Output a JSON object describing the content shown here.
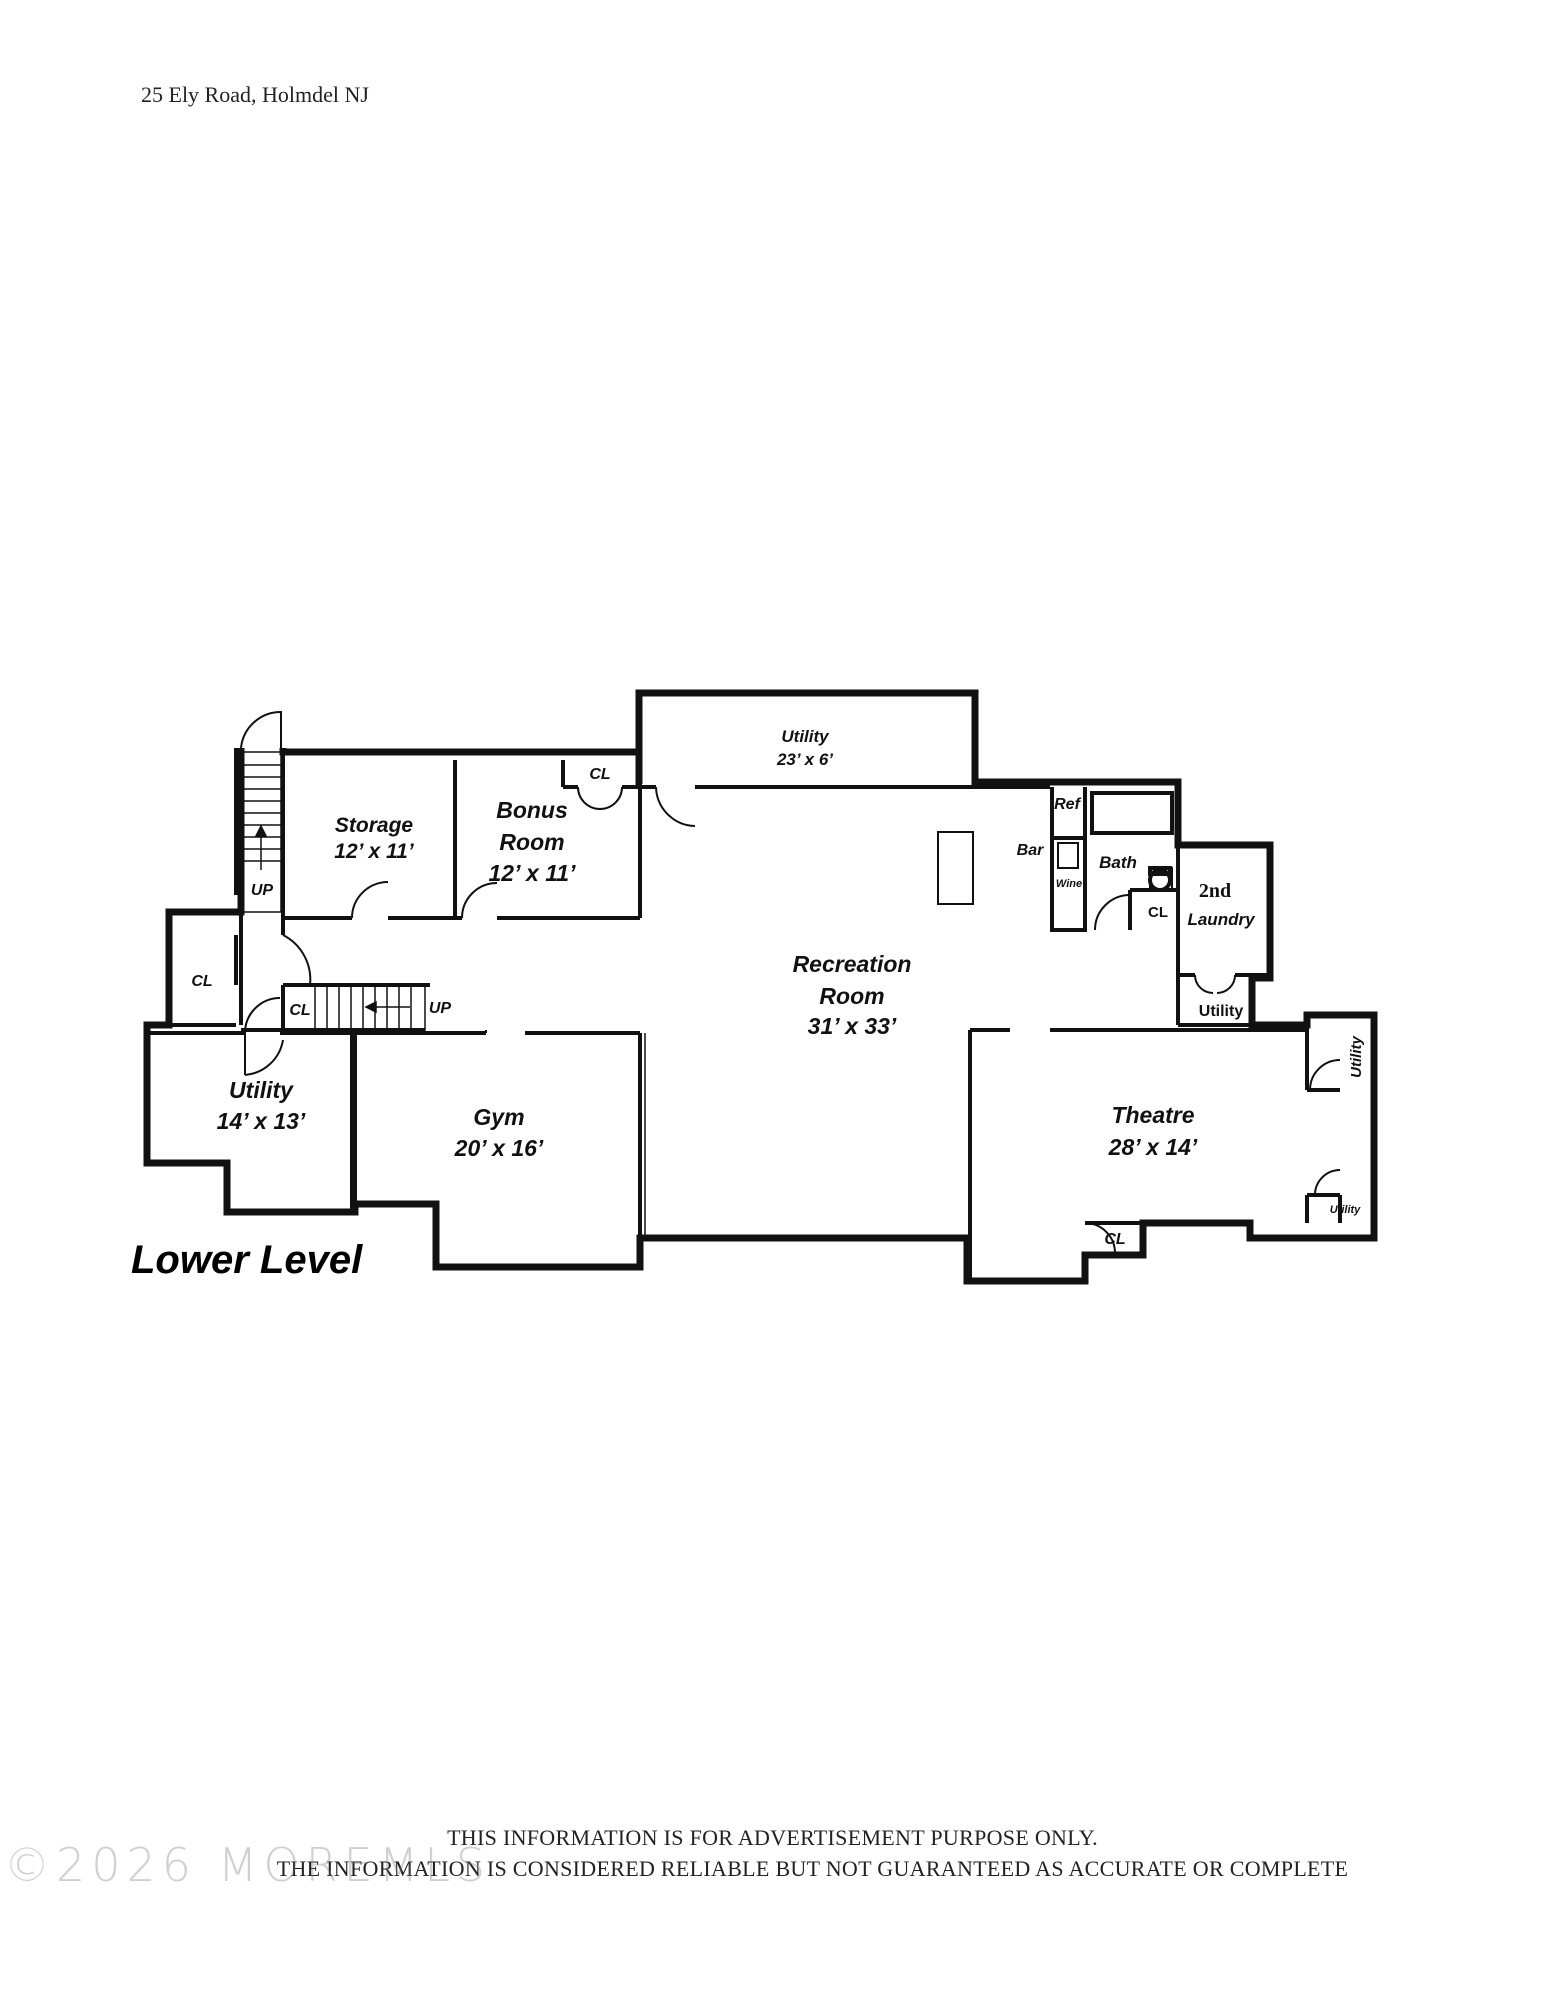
{
  "header": {
    "address": "25 Ely Road, Holmdel NJ"
  },
  "plan": {
    "level_title": "Lower Level",
    "rooms": {
      "utility_top": {
        "name": "Utility",
        "size": "23’ x 6’"
      },
      "storage": {
        "name": "Storage",
        "size": "12’ x 11’"
      },
      "bonus": {
        "name1": "Bonus",
        "name2": "Room",
        "size": "12’ x 11’"
      },
      "recreation": {
        "name1": "Recreation",
        "name2": "Room",
        "size": "31’ x 33’"
      },
      "utility_left": {
        "name": "Utility",
        "size": "14’ x 13’"
      },
      "gym": {
        "name": "Gym",
        "size": "20’ x 16’"
      },
      "theatre": {
        "name": "Theatre",
        "size": "28’ x 14’"
      },
      "laundry": {
        "name1": "2nd",
        "name2": "Laundry"
      },
      "utility_laundry": {
        "name": "Utility"
      },
      "utility_theatre_side": {
        "name": "Utility"
      },
      "utility_theatre_small": {
        "name": "Utility"
      }
    },
    "labels": {
      "cl": "CL",
      "up": "UP",
      "ref": "Ref",
      "bar": "Bar",
      "bath": "Bath",
      "wine": "Wine"
    }
  },
  "footer": {
    "line1": "THIS INFORMATION IS FOR ADVERTISEMENT PURPOSE ONLY.",
    "line2": "THE INFORMATION IS CONSIDERED RELIABLE BUT NOT GUARANTEED AS ACCURATE OR COMPLETE",
    "watermark": "©2026 MOREMLS"
  }
}
